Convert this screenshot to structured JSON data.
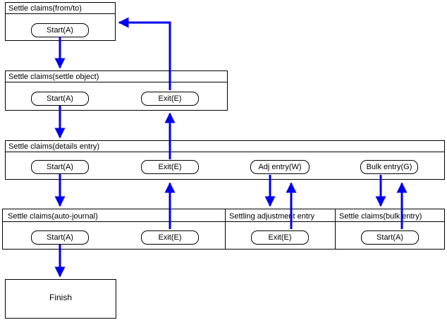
{
  "screens": {
    "from_to": {
      "title": "Settle claims(from/to)",
      "start": "Start(A)"
    },
    "settle_object": {
      "title": "Settle claims(settle object)",
      "start": "Start(A)",
      "exit": "Exit(E)"
    },
    "details_entry": {
      "title": "Settle claims(details entry)",
      "start": "Start(A)",
      "exit": "Exit(E)",
      "adj": "Adj entry(W)",
      "bulk": "Bulk entry(G)"
    },
    "auto_journal": {
      "title": "Settle claims(auto-journal)",
      "start": "Start(A)",
      "exit": "Exit(E)"
    },
    "settling_adjustment": {
      "title": "Settling adjustment entry",
      "exit": "Exit(E)"
    },
    "bulk_entry": {
      "title": "Settle claims(bulk entry)",
      "start": "Start(A)"
    }
  },
  "finish": "Finish",
  "arrow_color": "#0000ee"
}
